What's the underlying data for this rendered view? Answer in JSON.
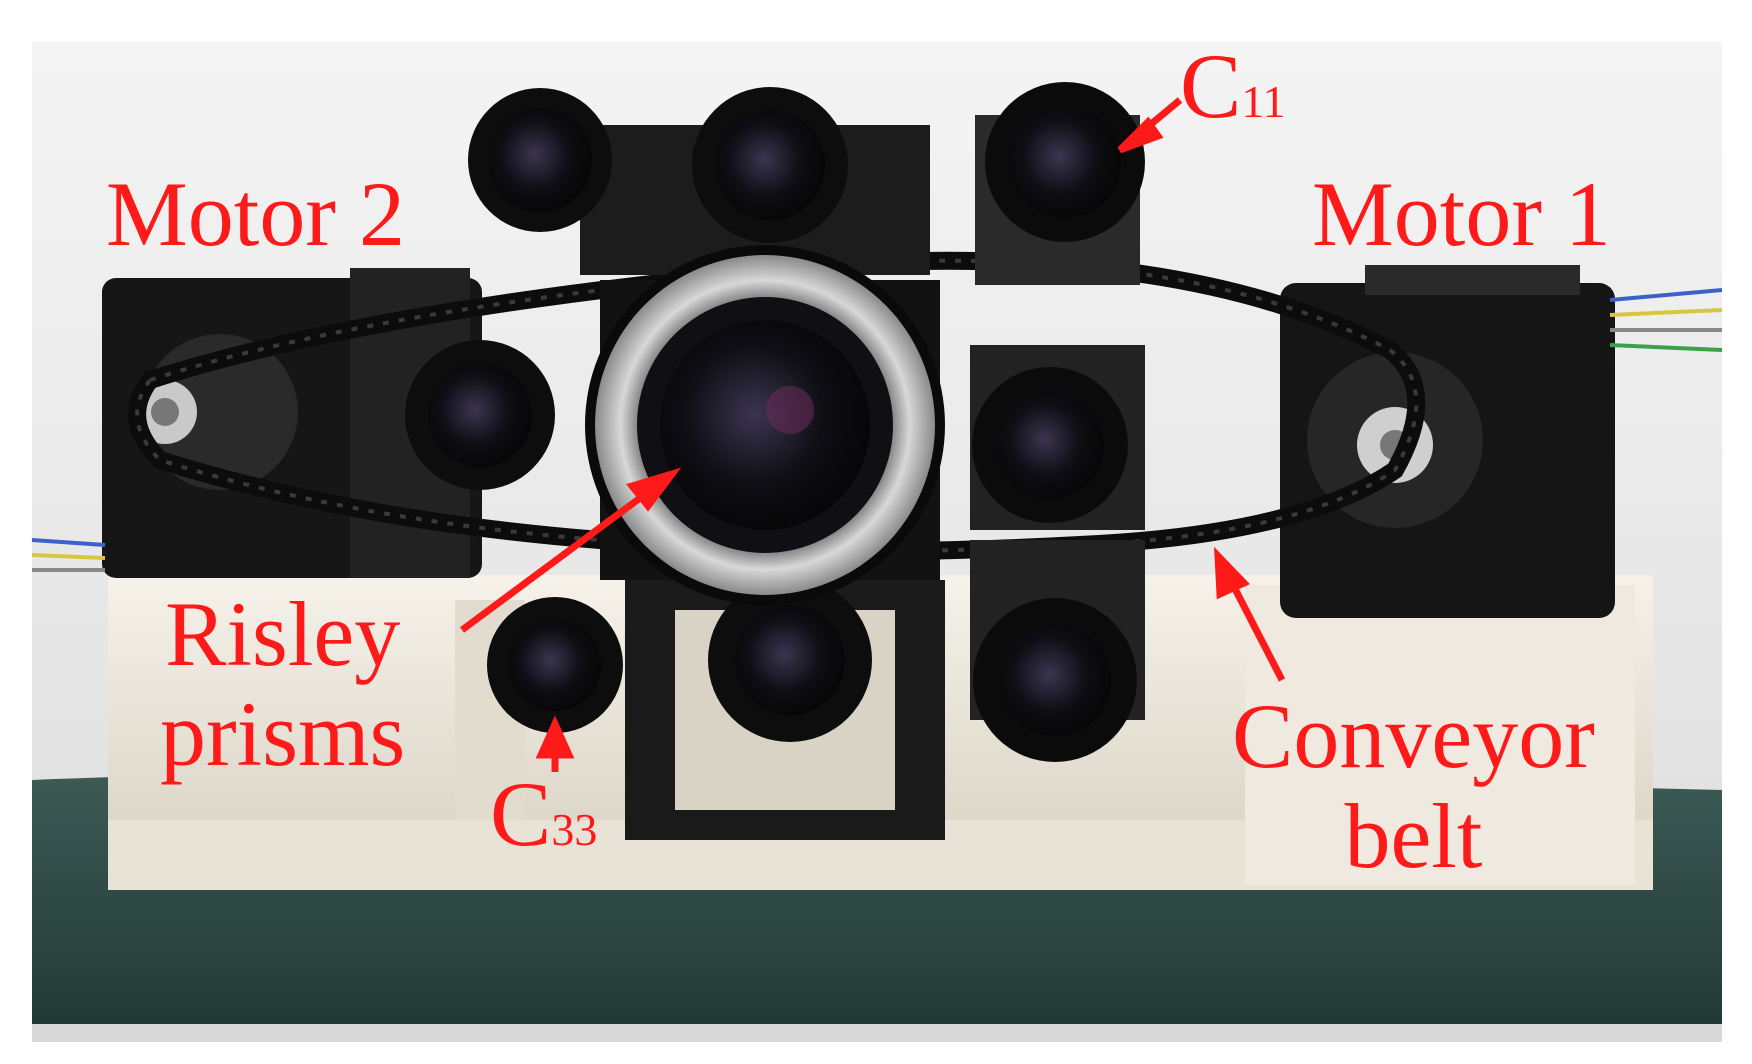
{
  "labels": {
    "motor2": "Motor 2",
    "motor1": "Motor 1",
    "c11_letter": "C",
    "c11_subscript": "11",
    "c33_letter": "C",
    "c33_subscript": "33",
    "risley_line1": "Risley",
    "risley_line2": "prisms",
    "conveyor_line1": "Conveyor",
    "conveyor_line2": "belt"
  },
  "colors": {
    "annotation": "#ff1a1a",
    "backdrop": "#ececec",
    "table": "#2f4a46",
    "base": "#f1ece2",
    "hardware": "#151515"
  }
}
